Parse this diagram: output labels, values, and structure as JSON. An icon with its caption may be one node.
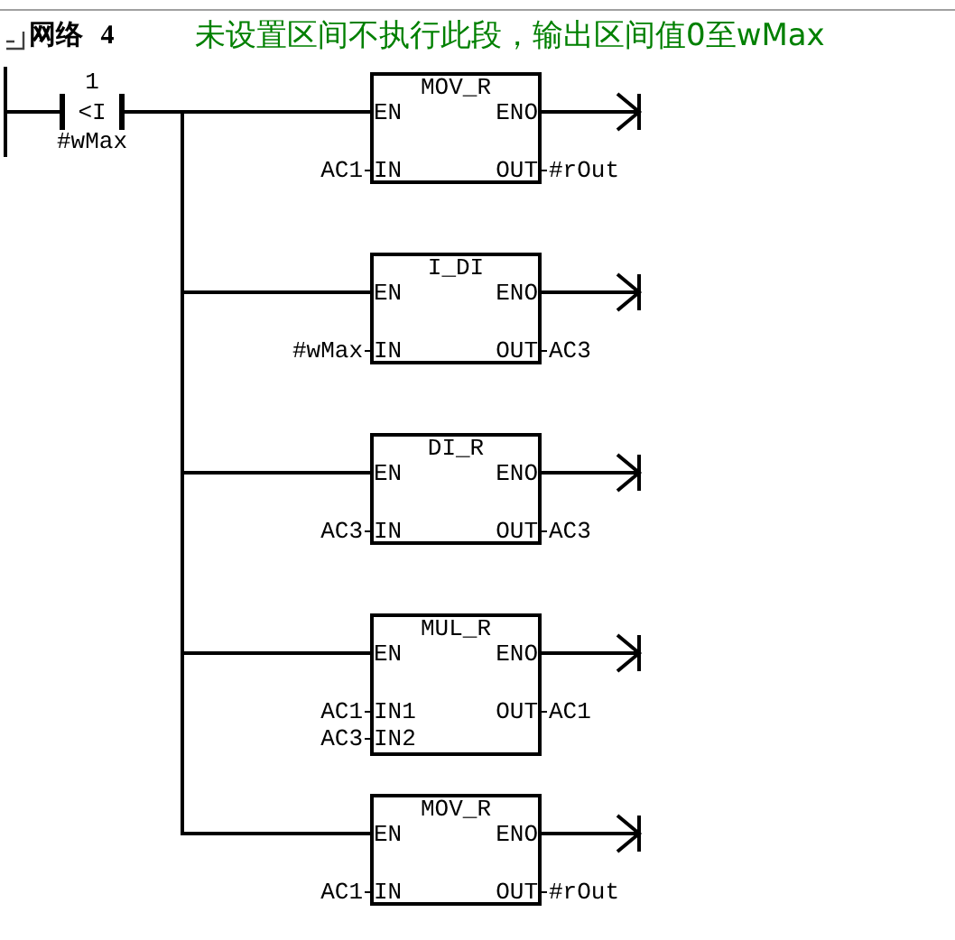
{
  "diagram": {
    "title": "网络 4",
    "nodes": [
      {
        "text": [],
        "shape": "bar"
      },
      {
        "text": [
          "<I"
        ],
        "beside": [
          "1",
          "#wMax"
        ]
      },
      {
        "text": [
          "MOV_R",
          "EN",
          "ENO",
          "IN",
          "OUT"
        ],
        "beside": [
          "AC1",
          "#rOut"
        ]
      },
      {
        "text": [
          "I_DI",
          "EN",
          "ENO",
          "IN",
          "OUT"
        ],
        "beside": [
          "#wMax",
          "AC3"
        ]
      },
      {
        "text": [
          "DI_R",
          "EN",
          "ENO",
          "IN",
          "OUT"
        ],
        "beside": [
          "AC3",
          "AC3"
        ]
      },
      {
        "text": [
          "MUL_R",
          "EN",
          "ENO",
          "IN1",
          "OUT",
          "IN2"
        ],
        "beside": [
          "AC1",
          "AC1",
          "AC3"
        ]
      },
      {
        "text": [
          "MOV_R",
          "EN",
          "ENO",
          "IN",
          "OUT"
        ],
        "beside": [
          "AC1",
          "#rOut"
        ]
      }
    ],
    "edges": [
      {
        "from": 0,
        "to": 1,
        "arrow": "none"
      },
      {
        "from": 1,
        "to": 2,
        "arrow": "none"
      },
      {
        "from": 1,
        "to": 3,
        "arrow": "none"
      },
      {
        "from": 1,
        "to": 4,
        "arrow": "none"
      },
      {
        "from": 1,
        "to": 5,
        "arrow": "none"
      },
      {
        "from": 1,
        "to": 6,
        "arrow": "none"
      },
      {
        "from": 2,
        "to": null,
        "arrow": "to"
      },
      {
        "from": 3,
        "to": null,
        "arrow": "to"
      },
      {
        "from": 4,
        "to": null,
        "arrow": "to"
      },
      {
        "from": 5,
        "to": null,
        "arrow": "to"
      },
      {
        "from": 6,
        "to": null,
        "arrow": "to"
      }
    ],
    "labels": [
      "未设置区间不执行此段，输出区间值0至wMax"
    ]
  }
}
